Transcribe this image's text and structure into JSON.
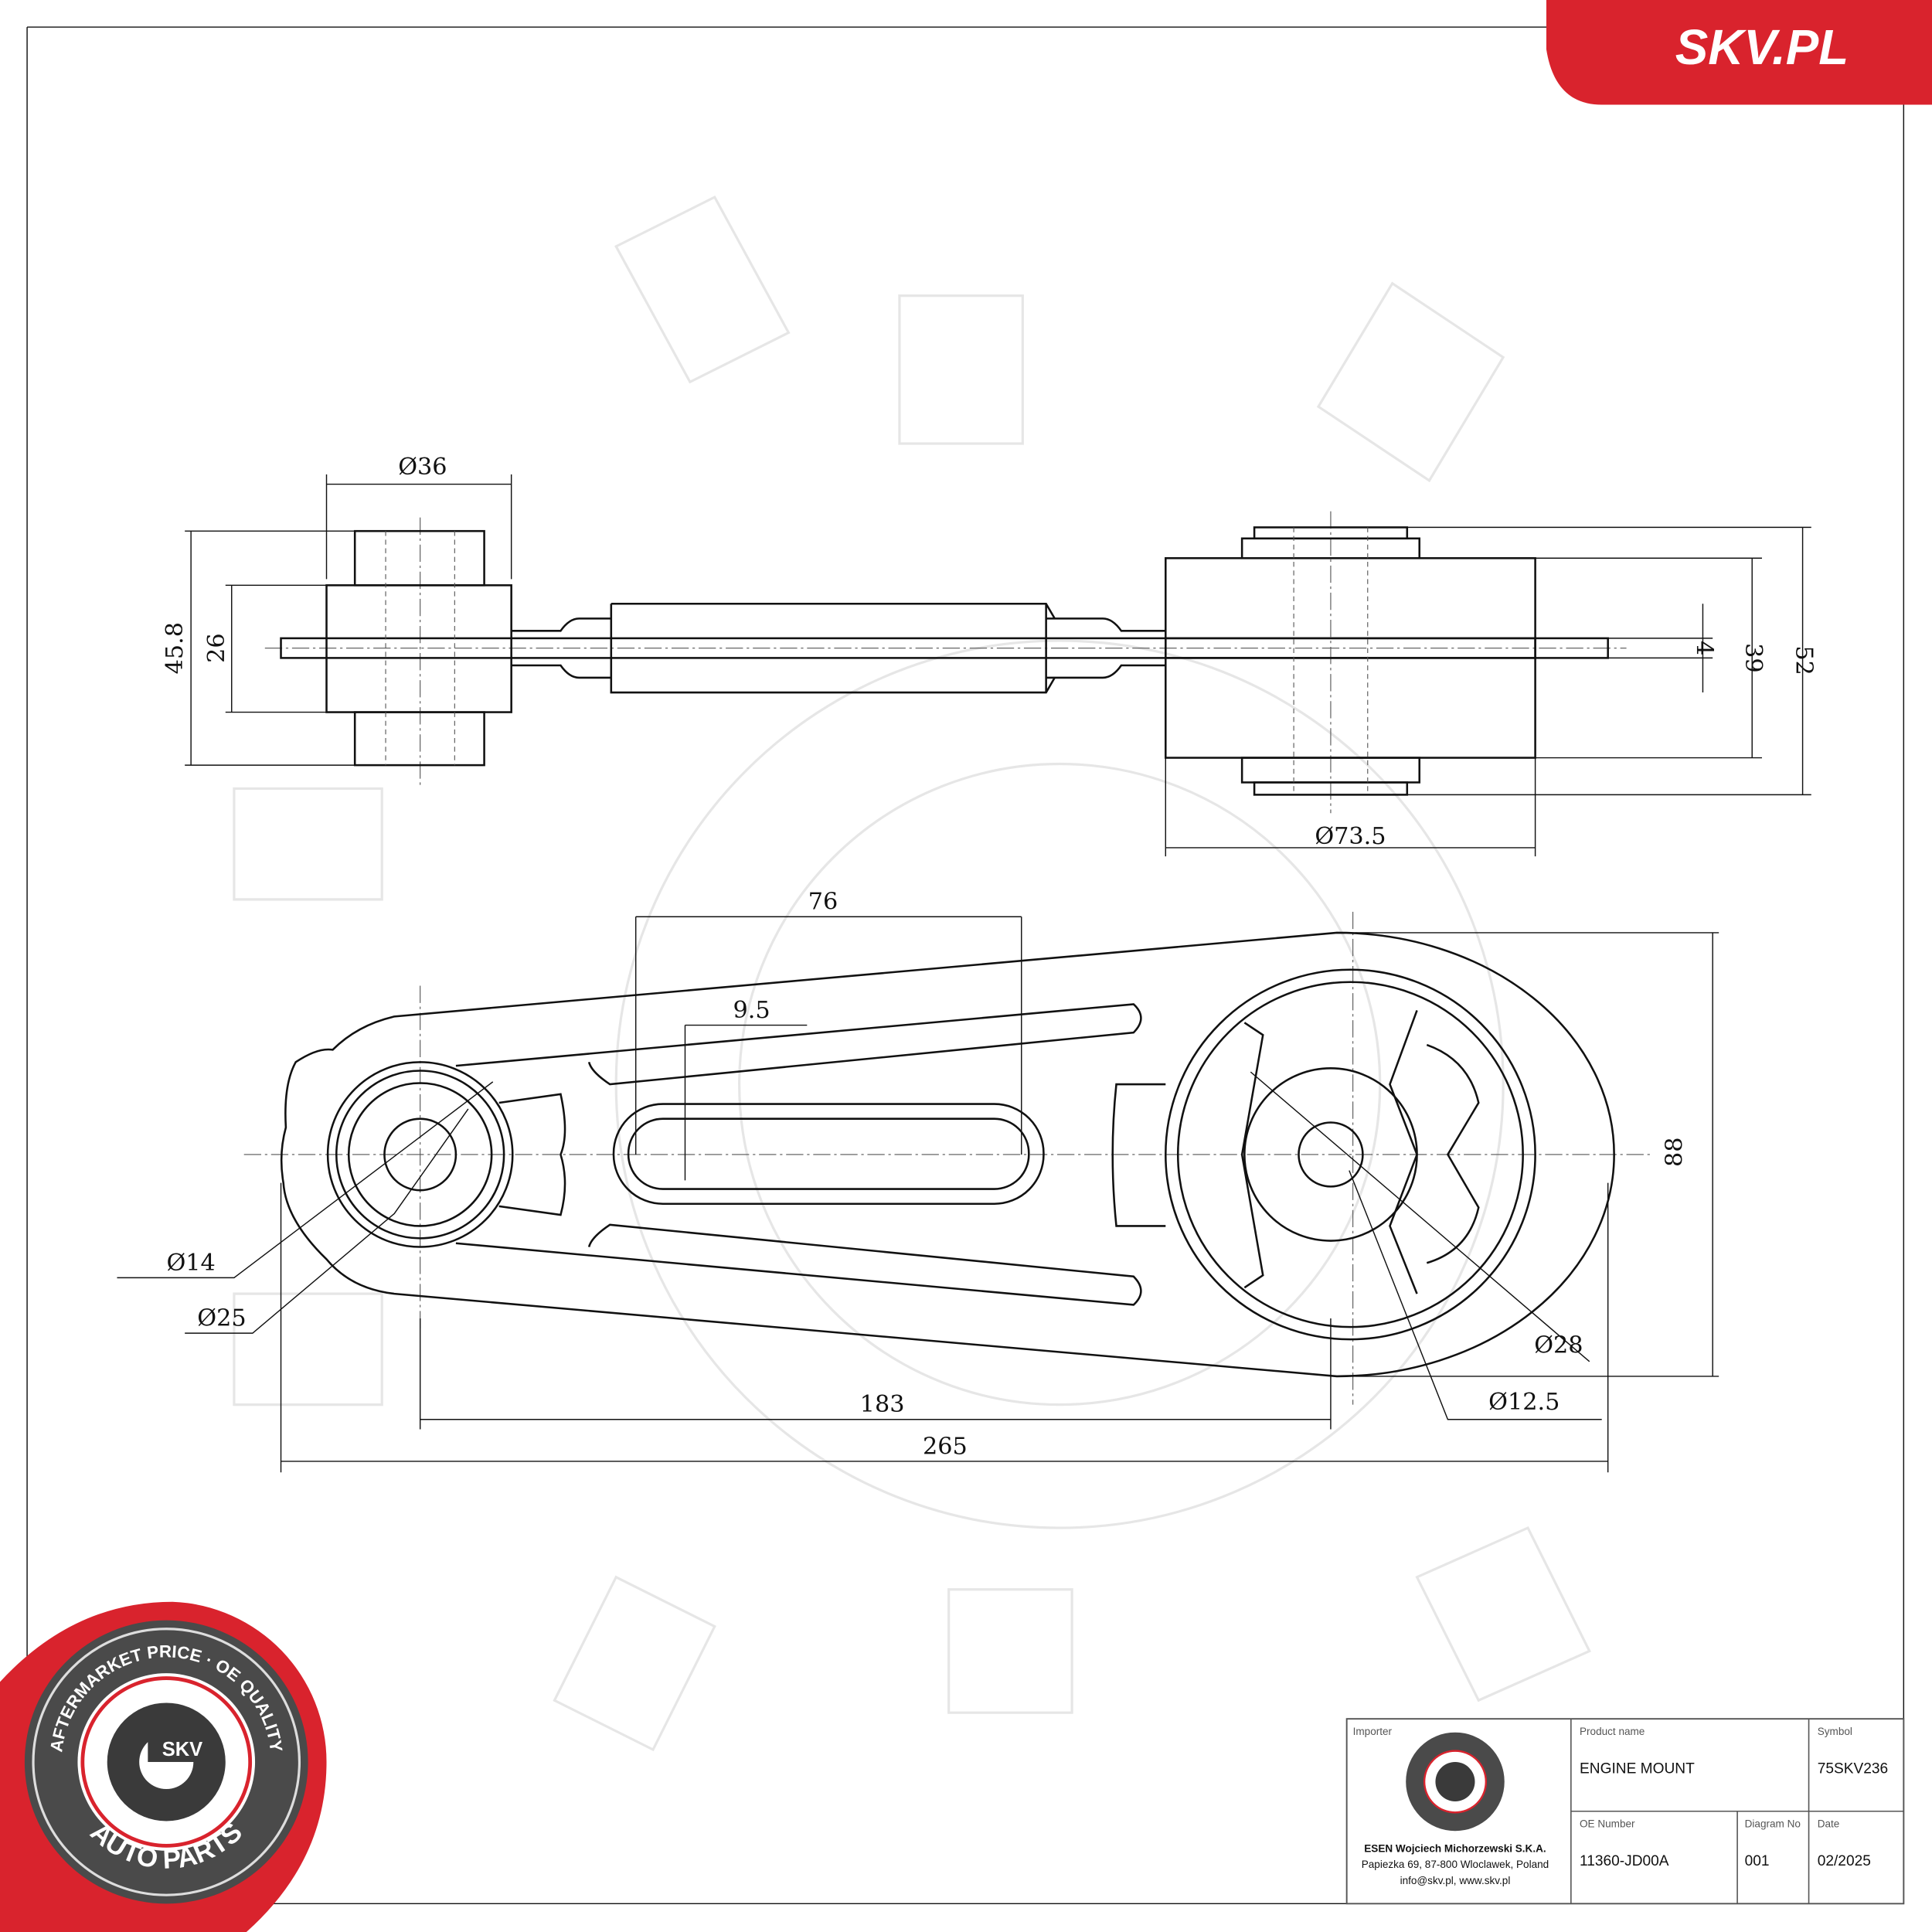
{
  "brand": {
    "logo_text": "SKV.PL",
    "accent": "#d9232d",
    "badge_top": "AFTERMARKET PRICE · OE QUALITY",
    "badge_bottom": "AUTO PARTS",
    "badge_center": "SKV"
  },
  "side_view": {
    "dimensions": {
      "bush_left_dia": "Ø36",
      "left_height": "45.8",
      "left_inner": "26",
      "plate_thickness": "4",
      "right_inner": "39",
      "right_height": "52",
      "bush_right_dia": "Ø73.5"
    }
  },
  "front_view": {
    "dimensions": {
      "slot_length": "76",
      "slot_width": "9.5",
      "height": "88",
      "small_inner": "Ø14",
      "small_outer": "Ø25",
      "large_outer": "Ø28",
      "large_inner": "Ø12.5",
      "centers": "183",
      "overall": "265"
    }
  },
  "title_block": {
    "importer_label": "Importer",
    "company": "ESEN Wojciech Michorzewski S.K.A.",
    "address": "Papiezka 69, 87-800 Wloclawek, Poland",
    "contact": "info@skv.pl, www.skv.pl",
    "product_name_label": "Product name",
    "product_name": "ENGINE MOUNT",
    "symbol_label": "Symbol",
    "symbol": "75SKV236",
    "oe_label": "OE Number",
    "oe_number": "11360-JD00A",
    "diagram_label": "Diagram No",
    "diagram_no": "001",
    "date_label": "Date",
    "date": "02/2025"
  }
}
